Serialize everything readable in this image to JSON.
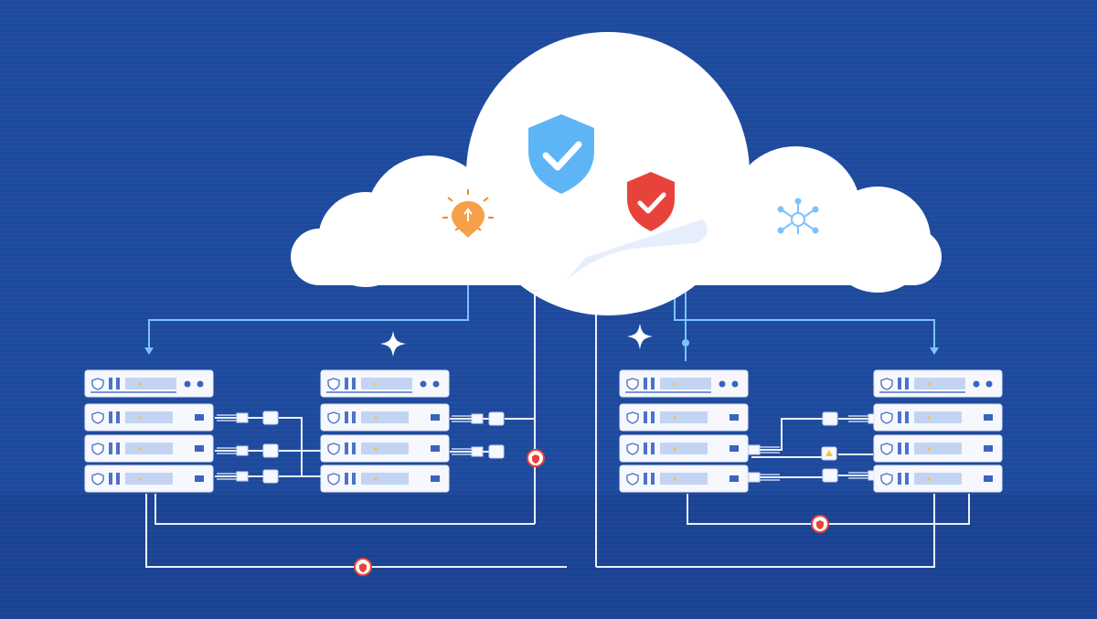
{
  "scene": {
    "cloud": {
      "icons": [
        "shield-check-blue-icon",
        "shield-check-red-icon",
        "lightbulb-icon",
        "network-node-icon"
      ]
    },
    "server_racks": [
      {
        "id": "rack-1",
        "units": 4
      },
      {
        "id": "rack-2",
        "units": 4
      },
      {
        "id": "rack-3",
        "units": 4
      },
      {
        "id": "rack-4",
        "units": 4
      }
    ],
    "markers": [
      "sparkle-icon",
      "sparkle-icon",
      "security-pin-icon",
      "security-pin-icon",
      "security-pin-icon"
    ],
    "colors": {
      "background": "#1e4a9e",
      "background_lower": "#1b4393",
      "cloud": "#ffffff",
      "shield_blue": "#5db5f5",
      "shield_red": "#e8433a",
      "bulb": "#f08a2b",
      "wire_light": "#e9f1ff",
      "wire_blue": "#7cc2ff",
      "rack_unit": "#f6f8fd",
      "rack_accent": "#4d73c8",
      "led_yellow": "#f5c43a"
    }
  }
}
